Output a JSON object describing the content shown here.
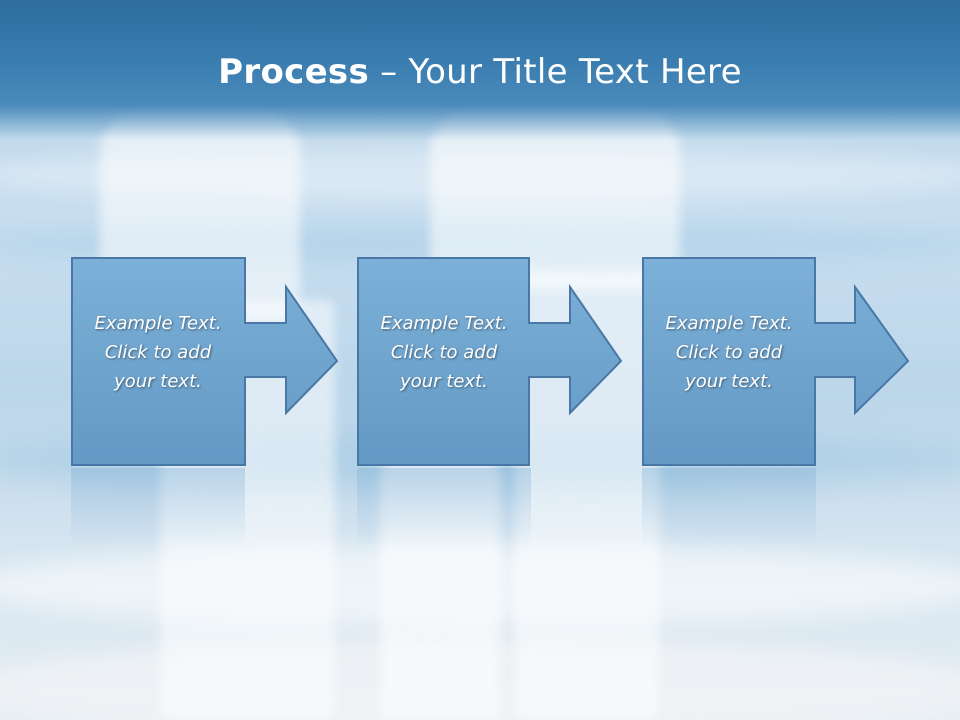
{
  "title": {
    "bold": "Process",
    "rest": " – Your Title Text Here"
  },
  "steps": [
    {
      "text": "Example Text.\nClick  to add\nyour text."
    },
    {
      "text": "Example Text.\nClick  to add\nyour text."
    },
    {
      "text": "Example Text.\nClick  to add\nyour text."
    }
  ],
  "colors": {
    "title_bar": "#3a7db0",
    "box_fill": "#6fa4cd",
    "box_stroke": "#4a78a6"
  }
}
